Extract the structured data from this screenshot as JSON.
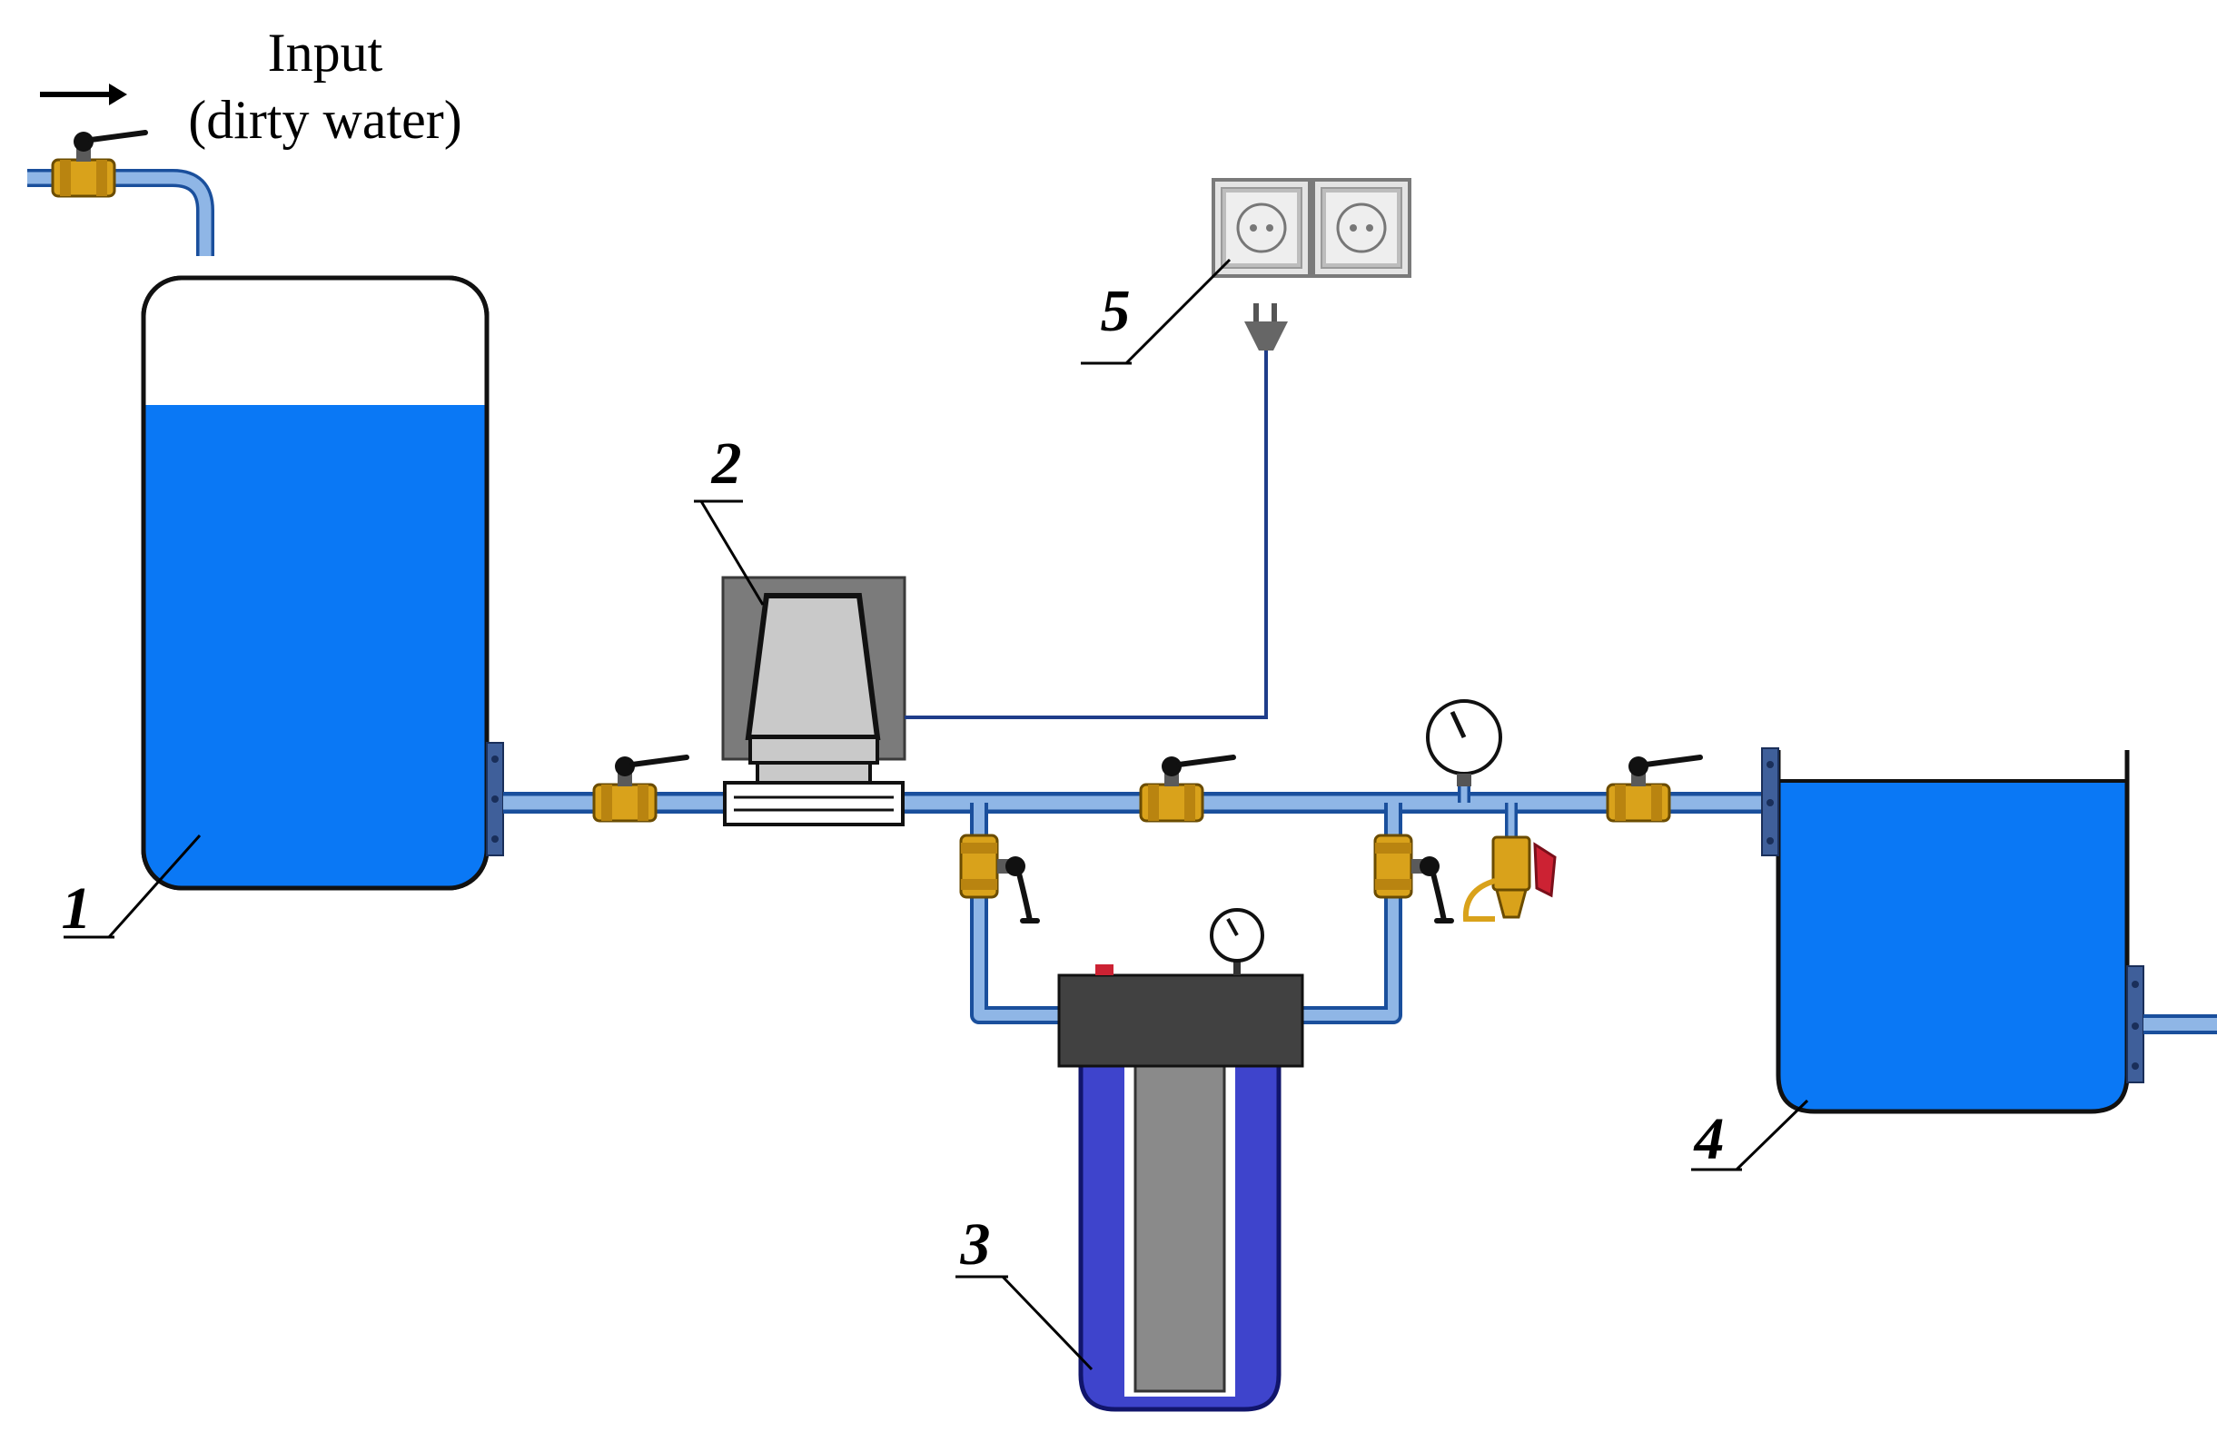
{
  "input": {
    "line1": "Input",
    "line2": "(dirty water)"
  },
  "labels": {
    "tank1": "1",
    "pump": "2",
    "filter": "3",
    "tank2": "4",
    "sockets": "5"
  },
  "colors": {
    "water": "#0a78f5",
    "pipe": "#8fb6e6",
    "pipe_edge": "#1a4f9c",
    "brass": "#d9a21b",
    "housing_blue": "#3e44cc",
    "cartridge": "#8a8a8a",
    "filter_head": "#414141",
    "pump_body": "#7b7b7b",
    "socket": "#b8b8b8",
    "cable": "#1f3d8a",
    "relief_red": "#cc2233"
  },
  "icons": [
    "inlet-valve-icon",
    "ball-valve-icon",
    "pressure-gauge-icon",
    "power-plug-icon",
    "power-socket-icon",
    "relief-valve-icon",
    "flow-arrow-icon"
  ]
}
